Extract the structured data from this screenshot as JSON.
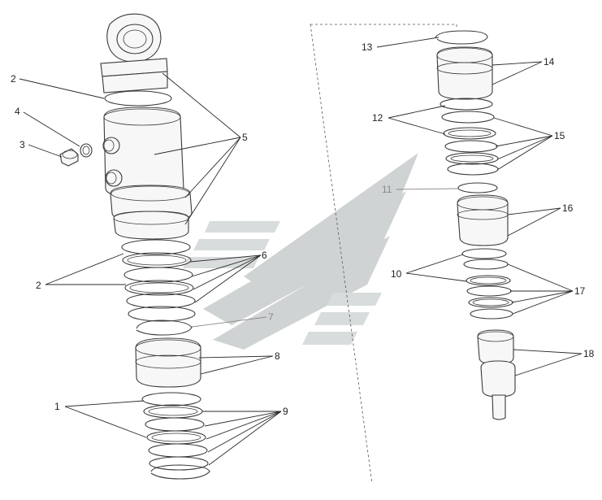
{
  "callouts": {
    "c1": "1",
    "c2a": "2",
    "c2b": "2",
    "c3": "3",
    "c4": "4",
    "c5": "5",
    "c6": "6",
    "c7": "7",
    "c8": "8",
    "c9": "9",
    "c10": "10",
    "c11": "11",
    "c12": "12",
    "c13": "13",
    "c14": "14",
    "c15": "15",
    "c16": "16",
    "c17": "17",
    "c18": "18"
  },
  "footer_text": "",
  "colors": {
    "line": "#3a3a3a",
    "watermark": "#d8dcdc",
    "grey_label": "#8a8a8a"
  }
}
